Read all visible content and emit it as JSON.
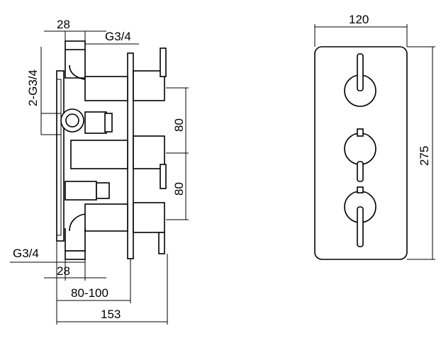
{
  "side_view": {
    "dim_top_width": "28",
    "dim_top_thread": "G3/4",
    "dim_left_thread": "2-G3/4",
    "dim_spacing_upper": "80",
    "dim_spacing_lower": "80",
    "dim_bottom_thread": "G3/4",
    "dim_bottom_width": "28",
    "dim_depth_range": "80-100",
    "dim_total_depth": "153"
  },
  "front_view": {
    "dim_width": "120",
    "dim_height": "275"
  }
}
